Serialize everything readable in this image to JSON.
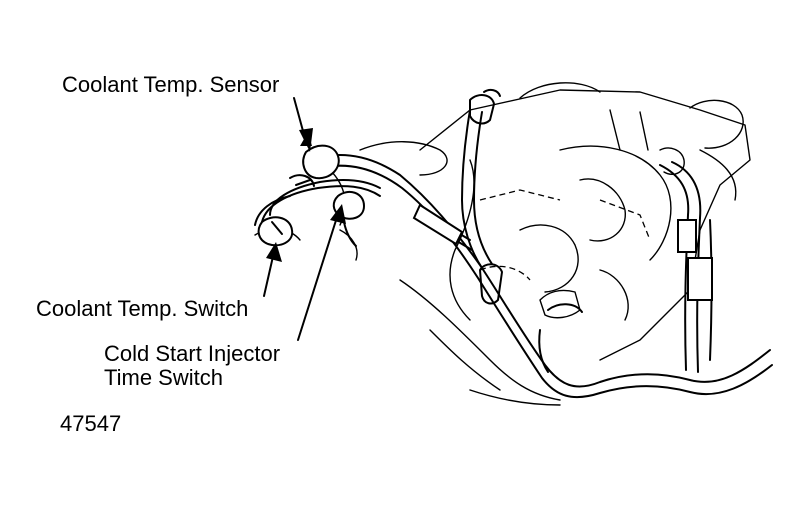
{
  "labels": {
    "coolant_temp_sensor": "Coolant Temp. Sensor",
    "coolant_temp_switch": "Coolant Temp. Switch",
    "cold_start_line1": "Cold Start Injector",
    "cold_start_line2": "Time Switch",
    "figure_number": "47547"
  }
}
